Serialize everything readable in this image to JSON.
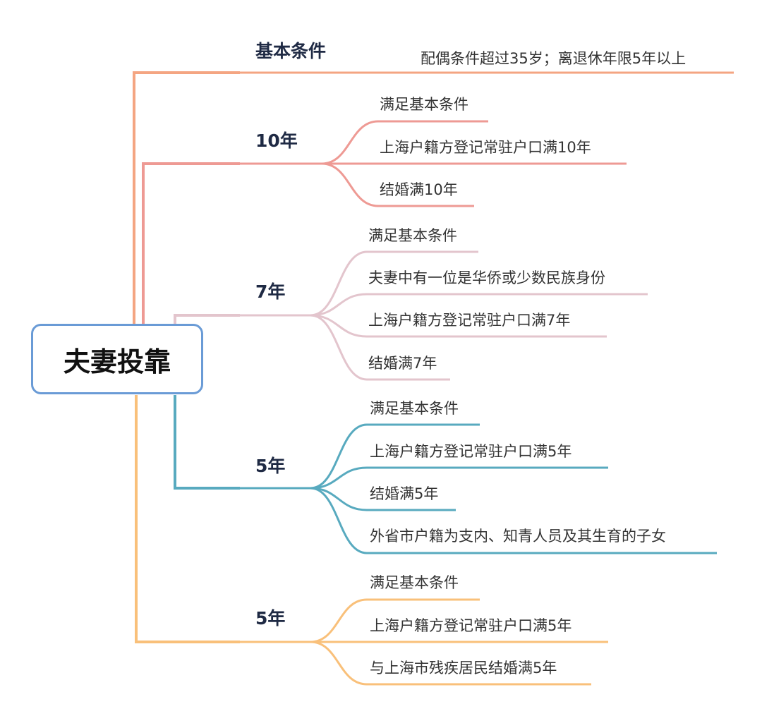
{
  "root": {
    "label": "夫妻投靠"
  },
  "colors": {
    "branch_basic": "#f4a582",
    "branch_10": "#ee9a94",
    "branch_7": "#e3c5cd",
    "branch_5a": "#58aabf",
    "branch_5b": "#f9c07a",
    "root_border": "#6a9bd6"
  },
  "branches": [
    {
      "label": "基本条件",
      "items": [
        "配偶条件超过35岁；离退休年限5年以上"
      ]
    },
    {
      "label": "10年",
      "items": [
        "满足基本条件",
        "上海户籍方登记常驻户口满10年",
        "结婚满10年"
      ]
    },
    {
      "label": "7年",
      "items": [
        "满足基本条件",
        "夫妻中有一位是华侨或少数民族身份",
        "上海户籍方登记常驻户口满7年",
        "结婚满7年"
      ]
    },
    {
      "label": "5年",
      "items": [
        "满足基本条件",
        "上海户籍方登记常驻户口满5年",
        "结婚满5年",
        "外省市户籍为支内、知青人员及其生育的子女"
      ]
    },
    {
      "label": "5年",
      "items": [
        "满足基本条件",
        "上海户籍方登记常驻户口满5年",
        "与上海市残疾居民结婚满5年"
      ]
    }
  ]
}
